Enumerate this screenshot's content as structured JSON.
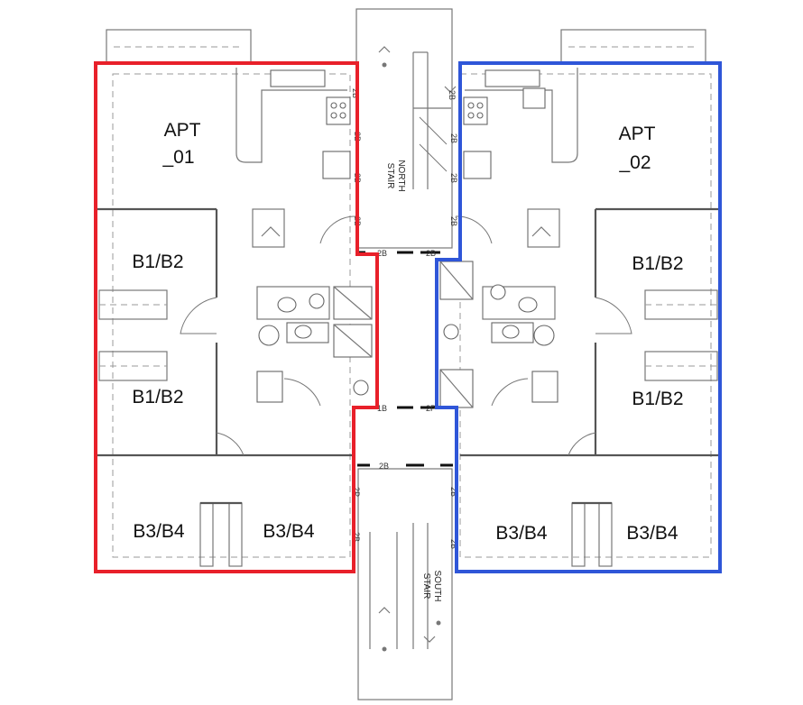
{
  "apartments": [
    {
      "id": "apt1",
      "label_line1": "APT",
      "label_line2": "_01",
      "outline_color": "#e8202a"
    },
    {
      "id": "apt2",
      "label_line1": "APT",
      "label_line2": "_02",
      "outline_color": "#2f56d8"
    }
  ],
  "rooms": {
    "b1b2": "B1/B2",
    "b3b4": "B3/B4"
  },
  "stairs": {
    "north_line1": "NORTH",
    "north_line2": "STAIR",
    "south_line1": "SOUTH",
    "south_line2": "STAIR"
  },
  "wall_marks": {
    "two_b": "2B",
    "one_b": "1B",
    "two_p": "2P"
  }
}
